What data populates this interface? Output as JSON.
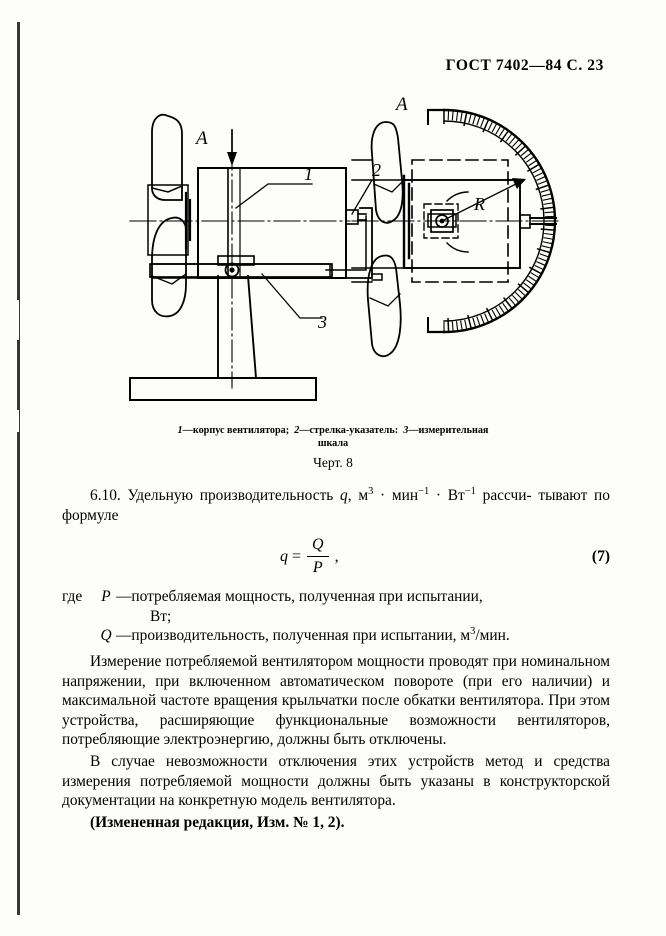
{
  "header": {
    "standard": "ГОСТ 7402—84 С. 23"
  },
  "figure": {
    "labels": {
      "section_left": "A",
      "section_right": "A",
      "item1": "1",
      "item2": "2",
      "item3": "3",
      "radius": "R"
    },
    "caption_parts": {
      "n1": "1",
      "t1": "—корпус вентилятора;",
      "n2": "2",
      "t2": "—стрелка-указатель:",
      "n3": "3",
      "t3": "—измерительная",
      "line2": "шкала"
    },
    "number": "Черт. 8"
  },
  "content": {
    "clause_610_line1_a": "6.10. Удельную производительность",
    "clause_610_var": "q",
    "clause_610_units_a": ", м",
    "clause_610_sup1": "3",
    "clause_610_units_b": " · мин",
    "clause_610_sup2": "−1",
    "clause_610_units_c": " · Вт",
    "clause_610_sup3": "−1",
    "clause_610_line1_b": " рассчи-",
    "clause_610_line2": "тывают по формуле",
    "formula": {
      "lhs": "q",
      "eq": "=",
      "numerator": "Q",
      "denominator": "P",
      "comma": ",",
      "number": "(7)"
    },
    "where": {
      "keyword": "где",
      "p_symbol": "P",
      "dash": "—",
      "p_definition": "потребляемая   мощность,   полученная   при   испытании,",
      "p_unit_line": "Вт;",
      "q_symbol": "Q",
      "q_definition_a": "производительность, полученная при испытании, м",
      "q_definition_sup": "3",
      "q_definition_b": "/мин."
    },
    "paragraph_measurement": "Измерение потребляемой вентилятором мощности проводят при номинальном напряжении, при включенном автоматическом повороте (при его наличии) и максимальной частоте вращения крыльчатки после обкатки вентилятора. При этом устройства, расширяющие функциональные возможности вентиляторов, потребляющие электроэнергию, должны быть отключены.",
    "paragraph_impossible": "В случае невозможности отключения этих устройств метод и средства измерения потребляемой мощности должны быть указаны в конструкторской документации на конкретную модель вентилятора.",
    "revision_note": "(Измененная редакция, Изм. № 1, 2)."
  }
}
